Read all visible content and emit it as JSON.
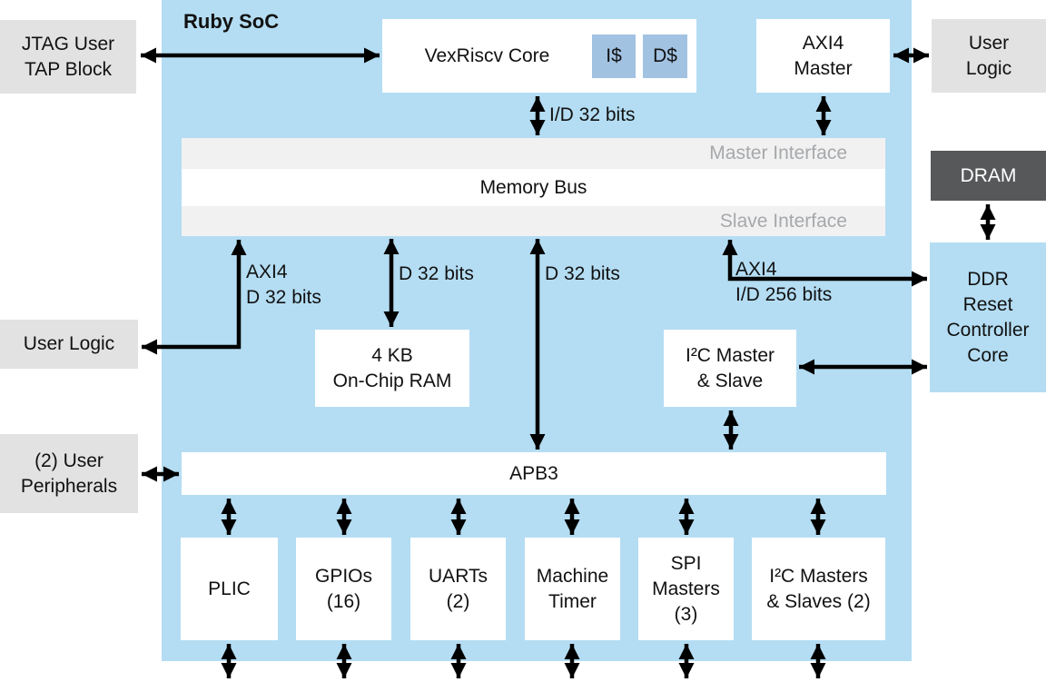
{
  "title": "Ruby SoC",
  "colors": {
    "soc_fill": "#b4ddf3",
    "cache_fill": "#a2c2e2",
    "external_fill": "#e2e2e2",
    "dram_fill": "#57585a",
    "interface_strip_fill": "#f1f1f1",
    "interface_text": "#a6a8ab",
    "arrow": "#000000"
  },
  "blocks": {
    "jtag_tap": "JTAG User\nTAP Block",
    "vexriscv": "VexRiscv Core",
    "icache": "I$",
    "dcache": "D$",
    "axi4_master": "AXI4\nMaster",
    "user_logic_top": "User\nLogic",
    "dram": "DRAM",
    "ddr_controller": "DDR\nReset\nController\nCore",
    "master_interface": "Master Interface",
    "memory_bus": "Memory Bus",
    "slave_interface": "Slave Interface",
    "user_logic_left": "User Logic",
    "onchip_ram": "4 KB\nOn-Chip RAM",
    "i2c_master_slave": "I²C Master\n& Slave",
    "user_peripherals": "(2) User\nPeripherals",
    "apb3": "APB3",
    "plic": "PLIC",
    "gpios": "GPIOs\n(16)",
    "uarts": "UARTs\n(2)",
    "machine_timer": "Machine\nTimer",
    "spi_masters": "SPI\nMasters\n(3)",
    "i2c_masters_slaves": "I²C Masters\n& Slaves (2)"
  },
  "bus_labels": {
    "cpu_bus": "I/D 32 bits",
    "user_logic_axi": "AXI4\nD 32 bits",
    "ram_bus": "D 32 bits",
    "apb_bus": "D 32 bits",
    "ddr_axi": "AXI4\nI/D 256 bits"
  }
}
